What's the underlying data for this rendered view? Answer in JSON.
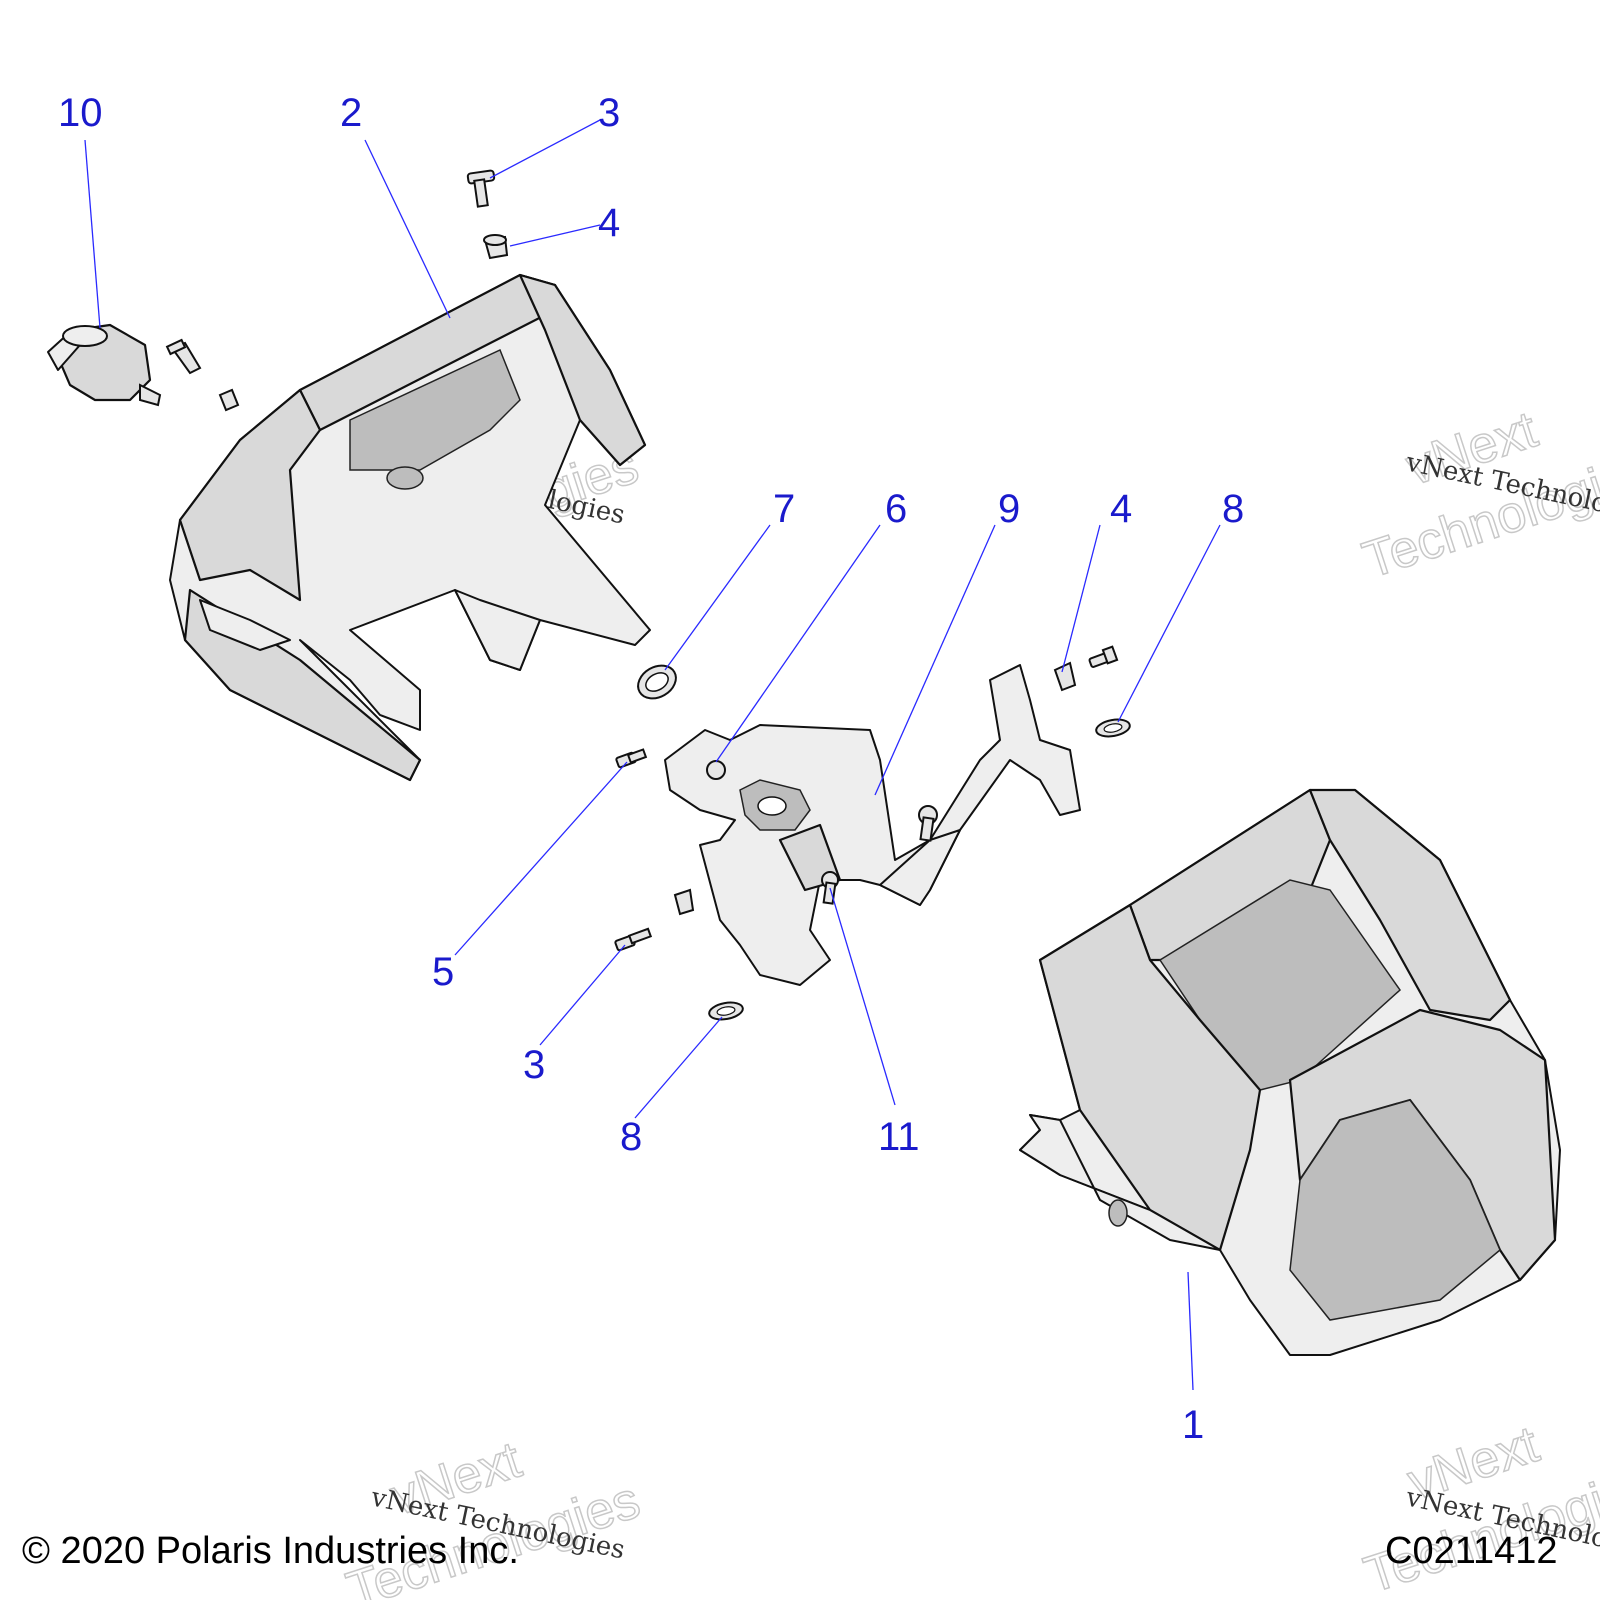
{
  "callouts": {
    "c10": "10",
    "c2": "2",
    "c3_top": "3",
    "c4_top": "4",
    "c7": "7",
    "c6": "6",
    "c9": "9",
    "c4_right": "4",
    "c8_right": "8",
    "c5": "5",
    "c3_bottom": "3",
    "c8_bottom": "8",
    "c11": "11",
    "c1": "1"
  },
  "watermark": {
    "line1": "vNext Technologies",
    "outline_vnext": "vNext",
    "outline_tech": "Technologies"
  },
  "footer": {
    "copyright": "© 2020 Polaris Industries Inc.",
    "diagram_code": "C0211412"
  }
}
